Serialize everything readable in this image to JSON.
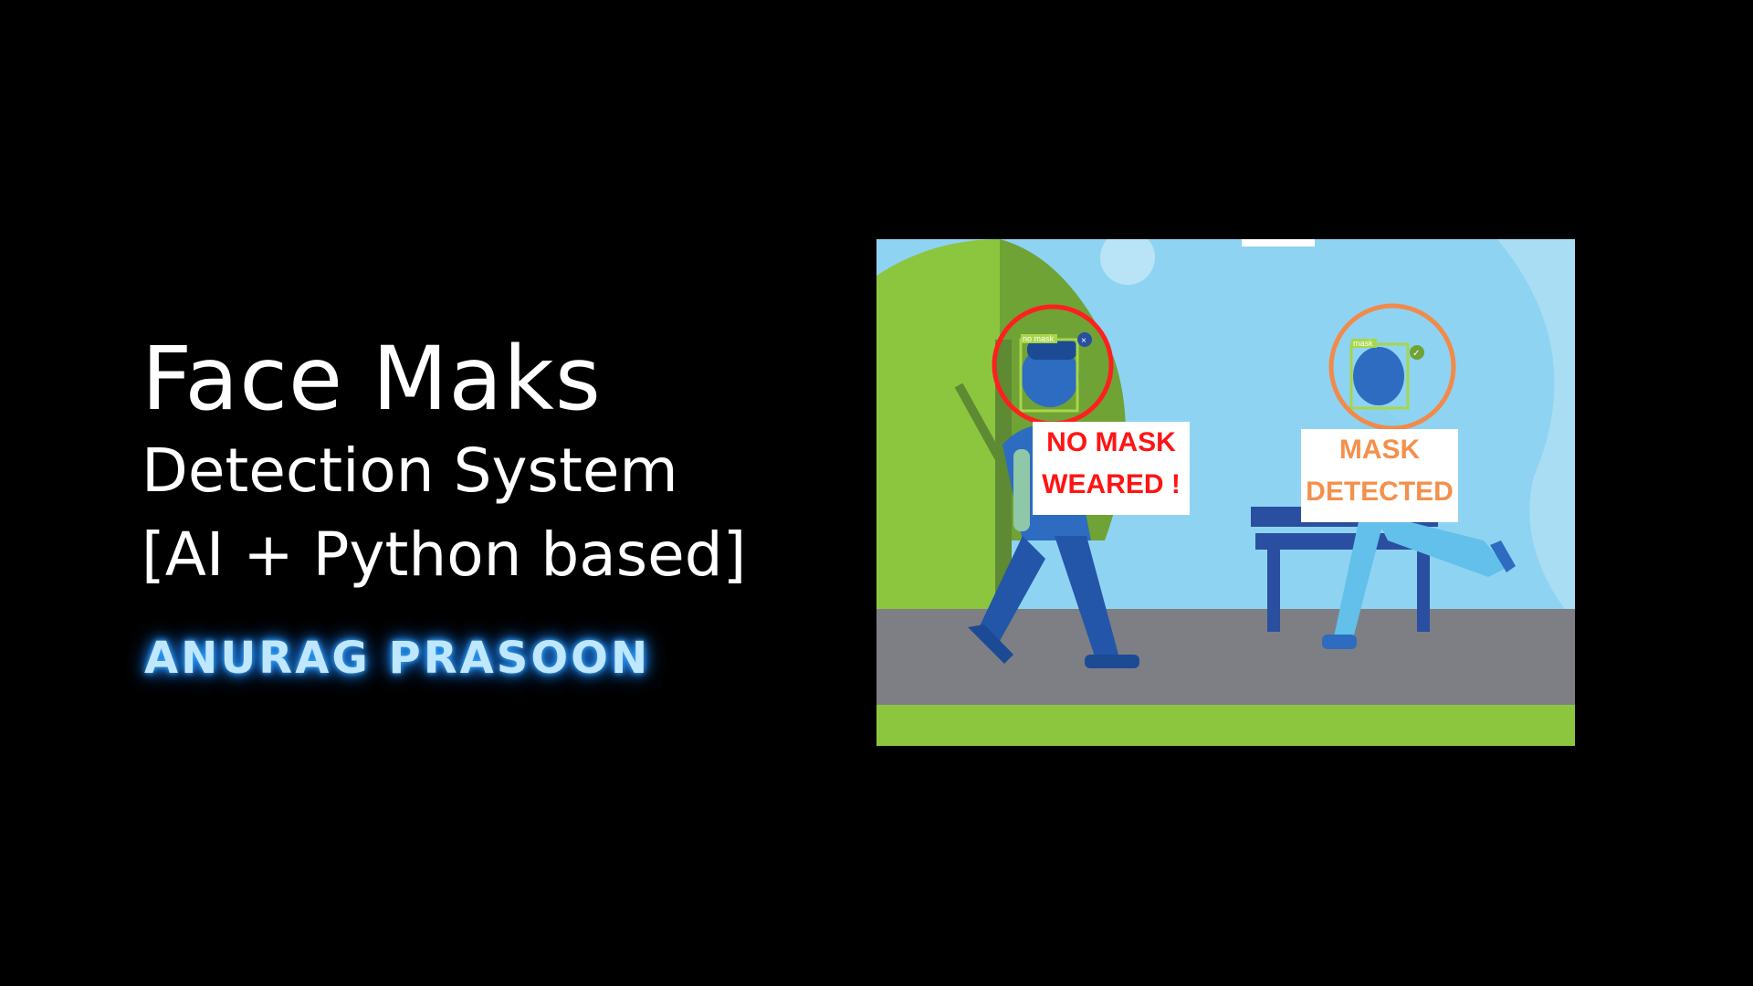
{
  "title": {
    "line1": "Face Maks",
    "line2": "Detection System",
    "line3": "[AI + Python based]"
  },
  "author": "ANURAG PRASOON",
  "illustration": {
    "left_person_tag": "no mask",
    "right_person_tag": "mask",
    "no_mask_label": {
      "line1": "NO MASK",
      "line2": "WEARED !",
      "color": "#ff1414"
    },
    "mask_label": {
      "line1": "MASK",
      "line2": "DETECTED",
      "color": "#f4904c"
    },
    "colors": {
      "sky": "#8fd3f2",
      "grass": "#8cc63f",
      "path": "#7d7f84",
      "tree": "#8cc63f",
      "bench": "#2a4fa0",
      "person_blue": "#2d6cc0",
      "no_mask_circle": "#ff1f1f",
      "mask_circle": "#f28a4a"
    }
  }
}
